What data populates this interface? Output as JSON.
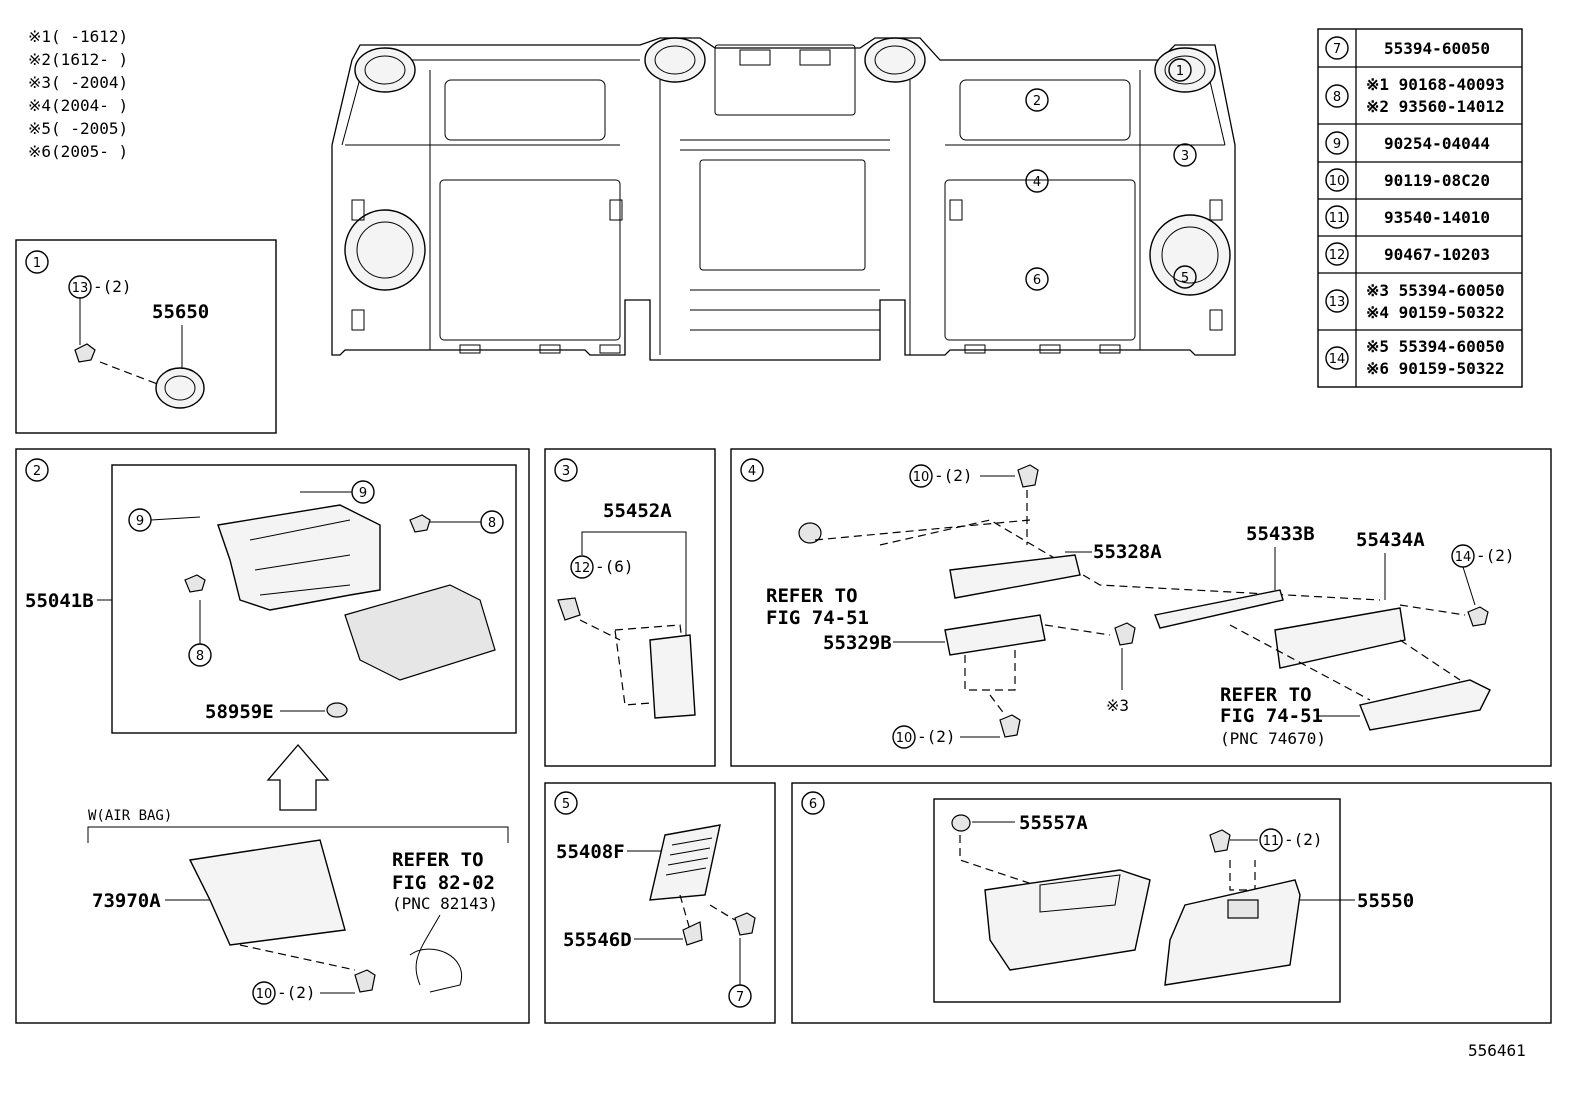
{
  "date_notes": [
    {
      "mark": "※1",
      "range": "(      -1612)"
    },
    {
      "mark": "※2",
      "range": "(1612-      )"
    },
    {
      "mark": "※3",
      "range": "(      -2004)"
    },
    {
      "mark": "※4",
      "range": "(2004-      )"
    },
    {
      "mark": "※5",
      "range": "(      -2005)"
    },
    {
      "mark": "※6",
      "range": "(2005-      )"
    }
  ],
  "parts_table": [
    {
      "ref": "7",
      "parts": [
        "55394-60050"
      ]
    },
    {
      "ref": "8",
      "parts": [
        "※1 90168-40093",
        "※2 93560-14012"
      ]
    },
    {
      "ref": "9",
      "parts": [
        "90254-04044"
      ]
    },
    {
      "ref": "10",
      "parts": [
        "90119-08C20"
      ]
    },
    {
      "ref": "11",
      "parts": [
        "93540-14010"
      ]
    },
    {
      "ref": "12",
      "parts": [
        "90467-10203"
      ]
    },
    {
      "ref": "13",
      "parts": [
        "※3 55394-60050",
        "※4 90159-50322"
      ]
    },
    {
      "ref": "14",
      "parts": [
        "※5 55394-60050",
        "※6 90159-50322"
      ]
    }
  ],
  "main_callouts": [
    "1",
    "2",
    "3",
    "4",
    "5",
    "6"
  ],
  "panel1": {
    "num": "1",
    "ref": "13",
    "qty": "-(2)",
    "part": "55650"
  },
  "panel2": {
    "num": "2",
    "part_main": "55041B",
    "part_clip": "58959E",
    "ref9": "9",
    "ref8": "8",
    "airbag_label": "W(AIR BAG)",
    "part_airbag": "73970A",
    "ref10": "10",
    "qty10": "-(2)",
    "refer_l1": "REFER TO",
    "refer_l2": "FIG 82-02",
    "refer_l3": "(PNC 82143)"
  },
  "panel3": {
    "num": "3",
    "part": "55452A",
    "ref": "12",
    "qty": "-(6)"
  },
  "panel4": {
    "num": "4",
    "ref10": "10",
    "qty10": "-(2)",
    "part_a": "55328A",
    "part_b": "55433B",
    "part_c": "55434A",
    "part_d": "55329B",
    "ref14": "14",
    "qty14": "-(2)",
    "refer1_l1": "REFER TO",
    "refer1_l2": "FIG 74-51",
    "note3": "※3",
    "refer2_l1": "REFER TO",
    "refer2_l2": "FIG 74-51",
    "refer2_l3": "(PNC 74670)"
  },
  "panel5": {
    "num": "5",
    "part_a": "55408F",
    "part_b": "55546D",
    "ref7": "7"
  },
  "panel6": {
    "num": "6",
    "part_a": "55557A",
    "ref11": "11",
    "qty11": "-(2)",
    "part_b": "55550"
  },
  "figure_id": "556461"
}
